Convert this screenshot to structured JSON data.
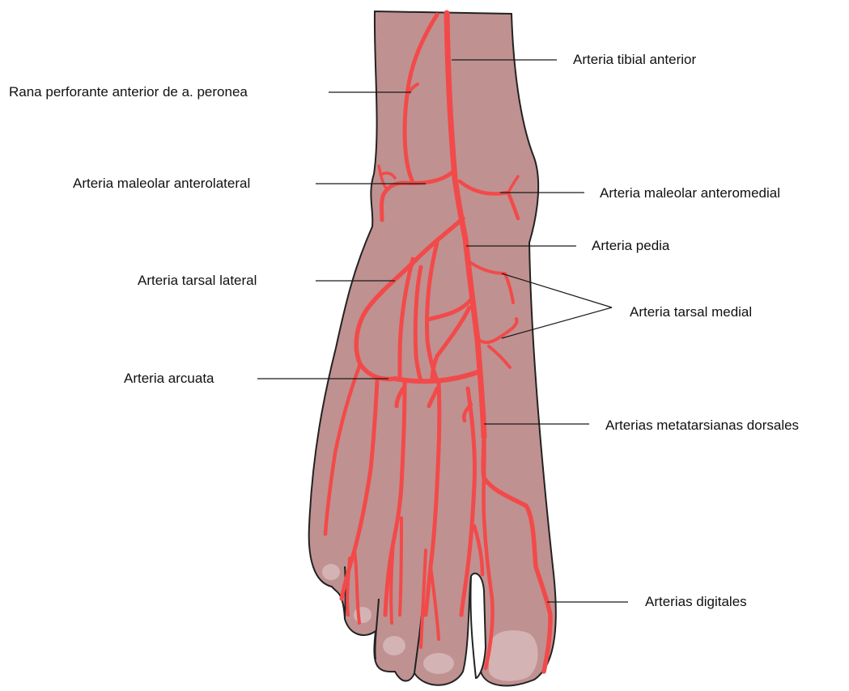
{
  "colors": {
    "skin": "#c09191",
    "outline": "#222222",
    "artery": "#f24a4a",
    "nail": "#d6b8b8",
    "leader": "#1a1a1a",
    "background": "#ffffff"
  },
  "labels": {
    "tibial_anterior": "Arteria tibial anterior",
    "perforante": "Rana perforante anterior de a. peronea",
    "maleolar_anterolateral": "Arteria maleolar anterolateral",
    "maleolar_anteromedial": "Arteria maleolar anteromedial",
    "pedia": "Arteria pedia",
    "tarsal_lateral": "Arteria tarsal lateral",
    "tarsal_medial": "Arteria tarsal medial",
    "arcuata": "Arteria arcuata",
    "metatarsianas": "Arterias metatarsianas dorsales",
    "digitales": "Arterias digitales"
  }
}
